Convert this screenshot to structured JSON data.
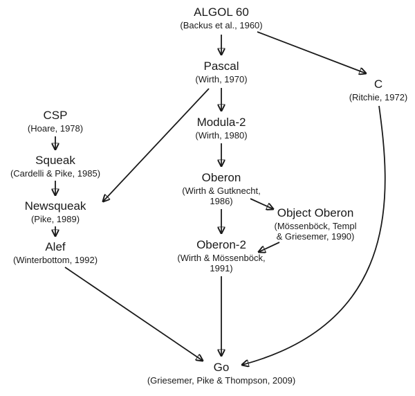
{
  "diagram": {
    "description": "Genealogy of programming languages leading to Go",
    "colors": {
      "background": "#ffffff",
      "text": "#1a1a1a",
      "arrow": "#1a1a1a"
    },
    "nodes": [
      {
        "id": "algol60",
        "label": "ALGOL 60",
        "citation": "(Backus et al., 1960)"
      },
      {
        "id": "pascal",
        "label": "Pascal",
        "citation": "(Wirth, 1970)"
      },
      {
        "id": "c",
        "label": "C",
        "citation": "(Ritchie, 1972)"
      },
      {
        "id": "csp",
        "label": "CSP",
        "citation": "(Hoare, 1978)"
      },
      {
        "id": "modula2",
        "label": "Modula-2",
        "citation": "(Wirth, 1980)"
      },
      {
        "id": "squeak",
        "label": "Squeak",
        "citation": "(Cardelli & Pike, 1985)"
      },
      {
        "id": "oberon",
        "label": "Oberon",
        "citation": "(Wirth & Gutknecht,\n1986)"
      },
      {
        "id": "newsqueak",
        "label": "Newsqueak",
        "citation": "(Pike, 1989)"
      },
      {
        "id": "objectoberon",
        "label": "Object Oberon",
        "citation": "(Mössenböck, Templ\n& Griesemer, 1990)"
      },
      {
        "id": "oberon2",
        "label": "Oberon-2",
        "citation": "(Wirth & Mössenböck,\n1991)"
      },
      {
        "id": "alef",
        "label": "Alef",
        "citation": "(Winterbottom, 1992)"
      },
      {
        "id": "go",
        "label": "Go",
        "citation": "(Griesemer, Pike & Thompson, 2009)"
      }
    ],
    "edges": [
      {
        "from": "ALGOL 60",
        "to": "Pascal",
        "style": "straight"
      },
      {
        "from": "ALGOL 60",
        "to": "C",
        "style": "straight"
      },
      {
        "from": "Pascal",
        "to": "Modula-2",
        "style": "straight"
      },
      {
        "from": "Pascal",
        "to": "Newsqueak",
        "style": "straight"
      },
      {
        "from": "CSP",
        "to": "Squeak",
        "style": "straight"
      },
      {
        "from": "Modula-2",
        "to": "Oberon",
        "style": "straight"
      },
      {
        "from": "Squeak",
        "to": "Newsqueak",
        "style": "straight"
      },
      {
        "from": "Oberon",
        "to": "Object Oberon",
        "style": "straight"
      },
      {
        "from": "Oberon",
        "to": "Oberon-2",
        "style": "straight"
      },
      {
        "from": "Object Oberon",
        "to": "Oberon-2",
        "style": "straight"
      },
      {
        "from": "Newsqueak",
        "to": "Alef",
        "style": "straight"
      },
      {
        "from": "Alef",
        "to": "Go",
        "style": "straight"
      },
      {
        "from": "Oberon-2",
        "to": "Go",
        "style": "straight"
      },
      {
        "from": "C",
        "to": "Go",
        "style": "curved"
      }
    ]
  }
}
